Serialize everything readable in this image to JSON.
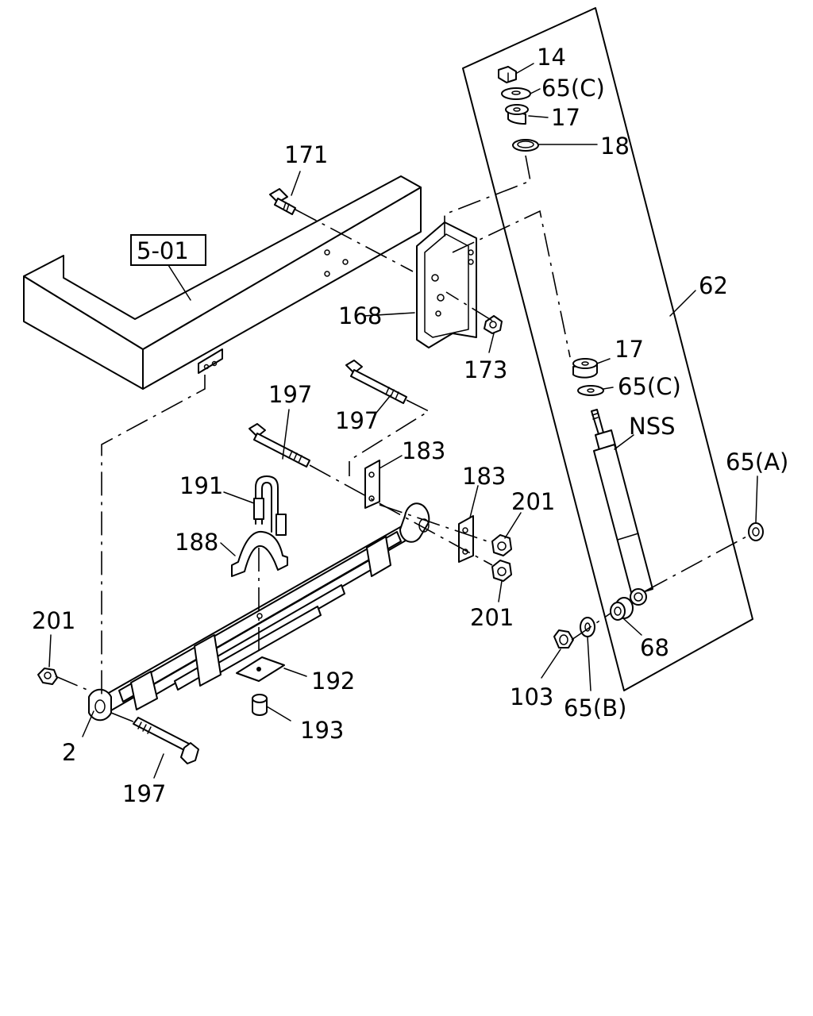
{
  "diagram": {
    "ref_box_label": "5-01",
    "callouts": {
      "c14": "14",
      "c65c_top": "65(C)",
      "c17_top": "17",
      "c18": "18",
      "c171": "171",
      "c62": "62",
      "c168": "168",
      "c173": "173",
      "c17_mid": "17",
      "c65c_mid": "65(C)",
      "c197_a": "197",
      "c197_b": "197",
      "c183_a": "183",
      "c183_b": "183",
      "cNSS": "NSS",
      "c65a": "65(A)",
      "c191": "191",
      "c201_a": "201",
      "c188": "188",
      "c201_b": "201",
      "c201_c": "201",
      "c68": "68",
      "c192": "192",
      "c103": "103",
      "c65b": "65(B)",
      "c2": "2",
      "c193": "193",
      "c197_c": "197"
    }
  }
}
